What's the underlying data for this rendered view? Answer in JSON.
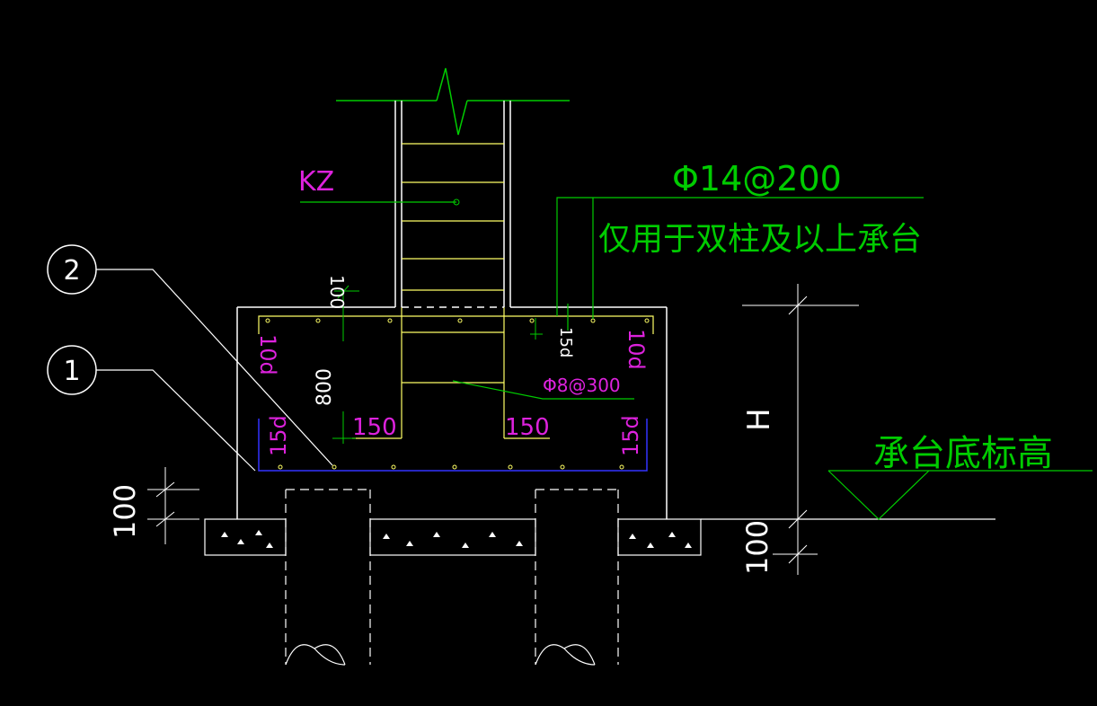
{
  "colors": {
    "background": "#000000",
    "outline": "#ffffff",
    "green": "#00cc00",
    "yellow": "#ffff66",
    "magenta": "#dd22dd",
    "blue": "#3333ff"
  },
  "labels": {
    "kz": "KZ",
    "top_rebar": "Φ14@200",
    "note": "仅用于双柱及以上承台",
    "stirrup": "Φ8@300",
    "bottom_elev": "承台底标高",
    "h": "H",
    "callout_1": "1",
    "callout_2": "2",
    "dim_100_top": "100",
    "dim_800": "800",
    "dim_15d_small": "15d",
    "dim_150_left": "150",
    "dim_150_right": "150",
    "dim_10d_left": "10d",
    "dim_10d_right": "10d",
    "dim_15d_left": "15d",
    "dim_15d_right": "15d",
    "dim_100_left": "100",
    "dim_100_right": "100"
  },
  "icons": [
    "break-line-icon",
    "callout-circle-icon",
    "elevation-triangle-icon"
  ]
}
